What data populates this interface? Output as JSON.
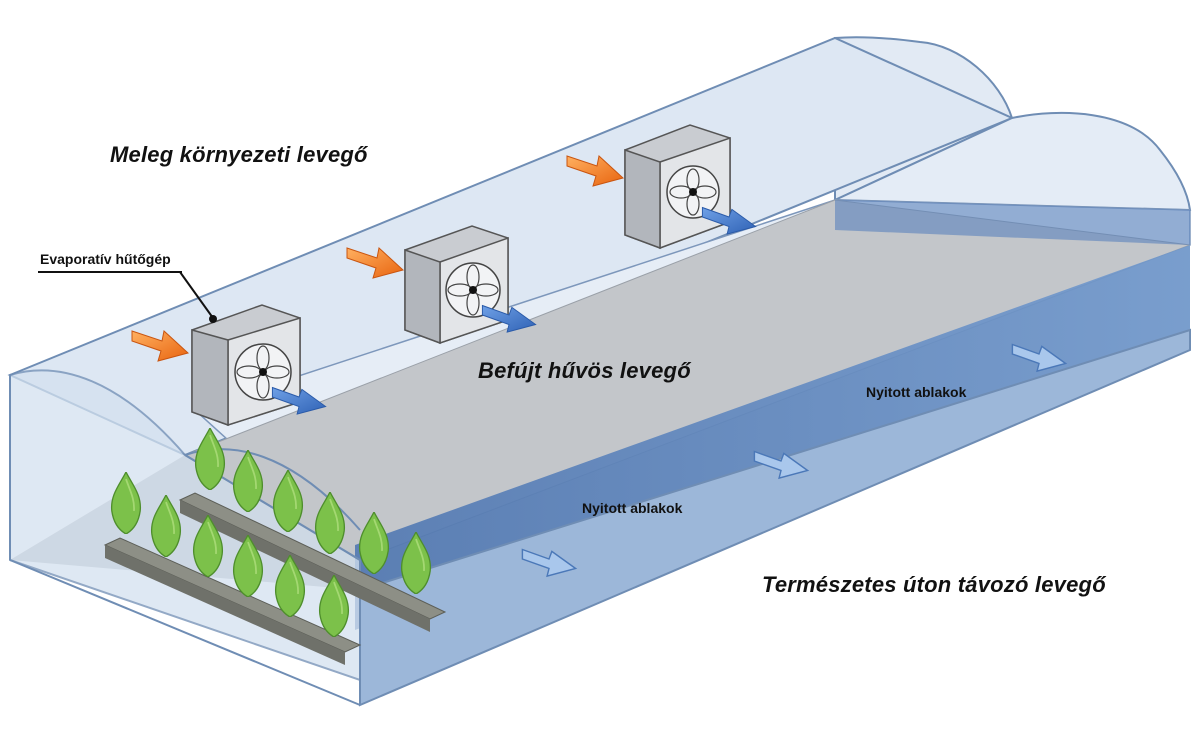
{
  "labels": {
    "warm_air": "Meleg környezeti levegő",
    "evaporative_cooler": "Evaporatív hűtőgép",
    "blown_cool_air": "Befújt hűvös levegő",
    "open_windows_back": "Nyitott ablakok",
    "open_windows_front": "Nyitott ablakok",
    "natural_exhaust": "Természetes úton távozó levegő"
  },
  "colors": {
    "glass_fill": "#dfe8f3",
    "glass_stroke": "#6f8db4",
    "floor": "#bfc3c7",
    "window_band": "#4f79b5",
    "warm_arrow": "#f07a1e",
    "cool_arrow": "#3d73c4",
    "plant": "#7cc14a",
    "bench": "#8d8f86"
  },
  "icons": [
    "evaporative-cooler-icon",
    "fan-icon",
    "warm-air-arrow-icon",
    "cool-air-arrow-icon",
    "plant-icon"
  ]
}
